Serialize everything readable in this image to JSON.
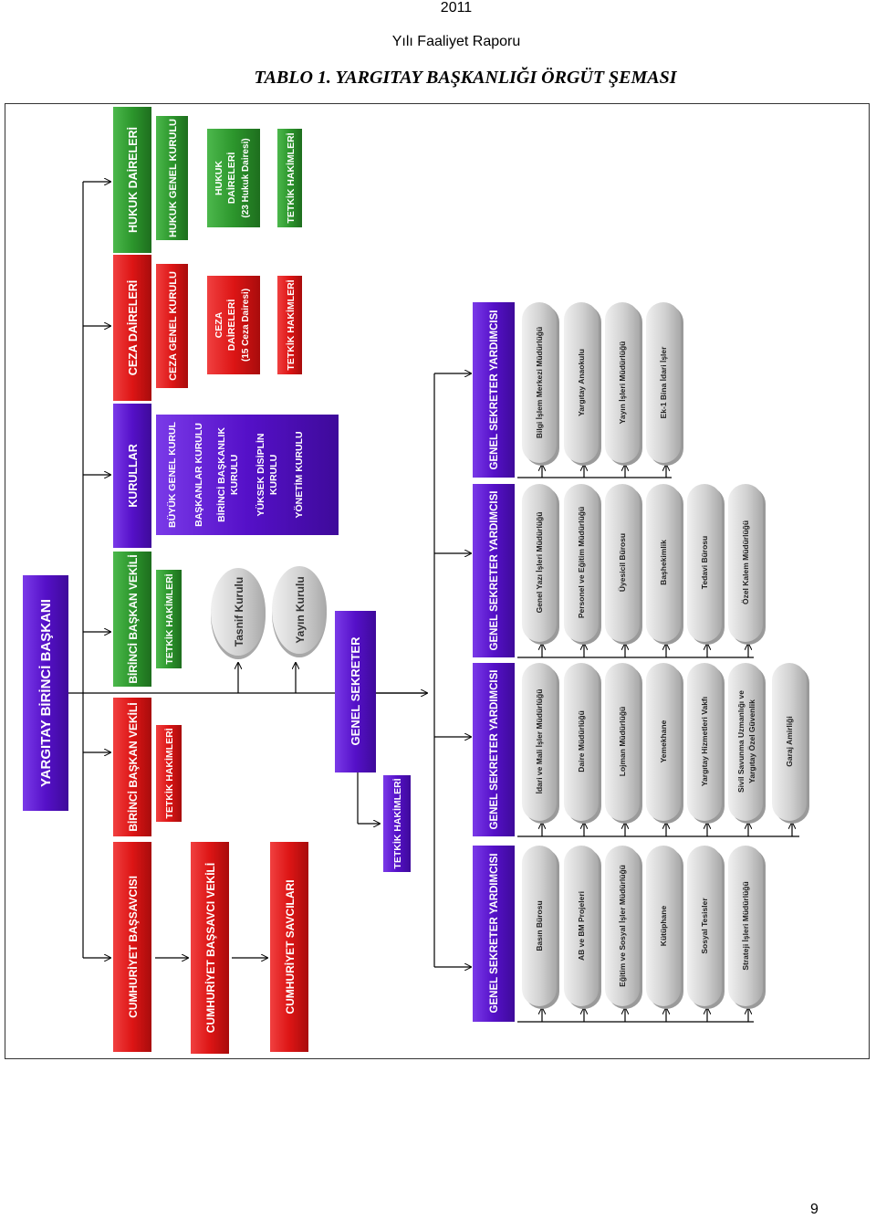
{
  "header": {
    "year": "2011",
    "subtitle": "Yılı Faaliyet Raporu",
    "title": "TABLO 1.  YARGITAY BAŞKANLIĞI ÖRGÜT ŞEMASI"
  },
  "page_number": "9",
  "colors": {
    "purple": "#5b12c9",
    "red": "#e01818",
    "green": "#2f9a2f",
    "grey": "#d2d2d2"
  },
  "chart": {
    "head": "YARGITAY BİRİNCİ BAŞKANI",
    "branches": {
      "hukuk": {
        "title": "HUKUK DAİRELERİ",
        "genel_kurul": "HUKUK GENEL KURULU",
        "daireler_line1": "HUKUK",
        "daireler_line2": "DAİRELERİ",
        "daireler_line3": "(23 Hukuk Dairesi)",
        "tetkik": "TETKİK HAKİMLERİ"
      },
      "ceza": {
        "title": "CEZA DAİRELERİ",
        "genel_kurul": "CEZA GENEL KURULU",
        "daireler_line1": "CEZA",
        "daireler_line2": "DAİRELERİ",
        "daireler_line3": "(15 Ceza Dairesi)",
        "tetkik": "TETKİK HAKİMLERİ"
      },
      "kurullar": {
        "title": "KURULLAR",
        "items": [
          "BÜYÜK GENEL KURUL",
          "BAŞKANLAR KURULU",
          "BİRİNCİ BAŞKANLIK",
          "KURULU",
          "YÜKSEK DİSİPLİN",
          "KURULU",
          "YÖNETİM KURULU"
        ]
      },
      "vekil_1": {
        "title": "BİRİNCİ BAŞKAN VEKİLİ",
        "tetkik": "TETKİK HAKİMLERİ"
      },
      "vekil_2": {
        "title": "BİRİNCİ BAŞKAN VEKİLİ",
        "tetkik": "TETKİK HAKİMLERİ"
      },
      "savcilik": {
        "bassavci": "CUMHURİYET BAŞSAVCISI",
        "vekili": "CUMHURİYET BAŞSAVCI VEKİLİ",
        "savcilar": "CUMHURİYET SAVCILARI"
      }
    },
    "cylinders": [
      "Tasnif Kurulu",
      "Yayın Kurulu"
    ],
    "genel_sekreter": "GENEL SEKRETER",
    "gs_tetkik": "TETKİK HAKİMLERİ",
    "yardimci_label": "GENEL SEKRETER YARDIMCISI",
    "yardimci_groups": [
      [
        "Bilgi İşlem Merkezi Müdürlüğü",
        "Yargıtay Anaokulu",
        "Yayın İşleri Müdürlüğü",
        "Ek-1 Bina İdari İşler"
      ],
      [
        "Genel Yazı İşleri Müdürlüğü",
        "Personel ve Eğitim Müdürlüğü",
        "Üyesicil Bürosu",
        "Başhekimlik",
        "Tedavi Bürosu",
        "Özel Kalem Müdürlüğü"
      ],
      [
        "İdari ve Mali İşler Müdürlüğü",
        "Daire Müdürlüğü",
        "Lojman Müdürlüğü",
        "Yemekhane",
        "Yargıtay Hizmetleri Vakfı",
        "Sivil Savunma Uzmanlığı ve",
        "Yargıtay Özel Güvenlik",
        "Garaj Amirliği"
      ],
      [
        "Basın Bürosu",
        "AB ve BM Projeleri",
        "Eğitim ve Sosyal İşler Müdürlüğü",
        "Kütüphane",
        "Sosyal Tesisler",
        "Strateji İşleri Müdürlüğü"
      ]
    ]
  }
}
